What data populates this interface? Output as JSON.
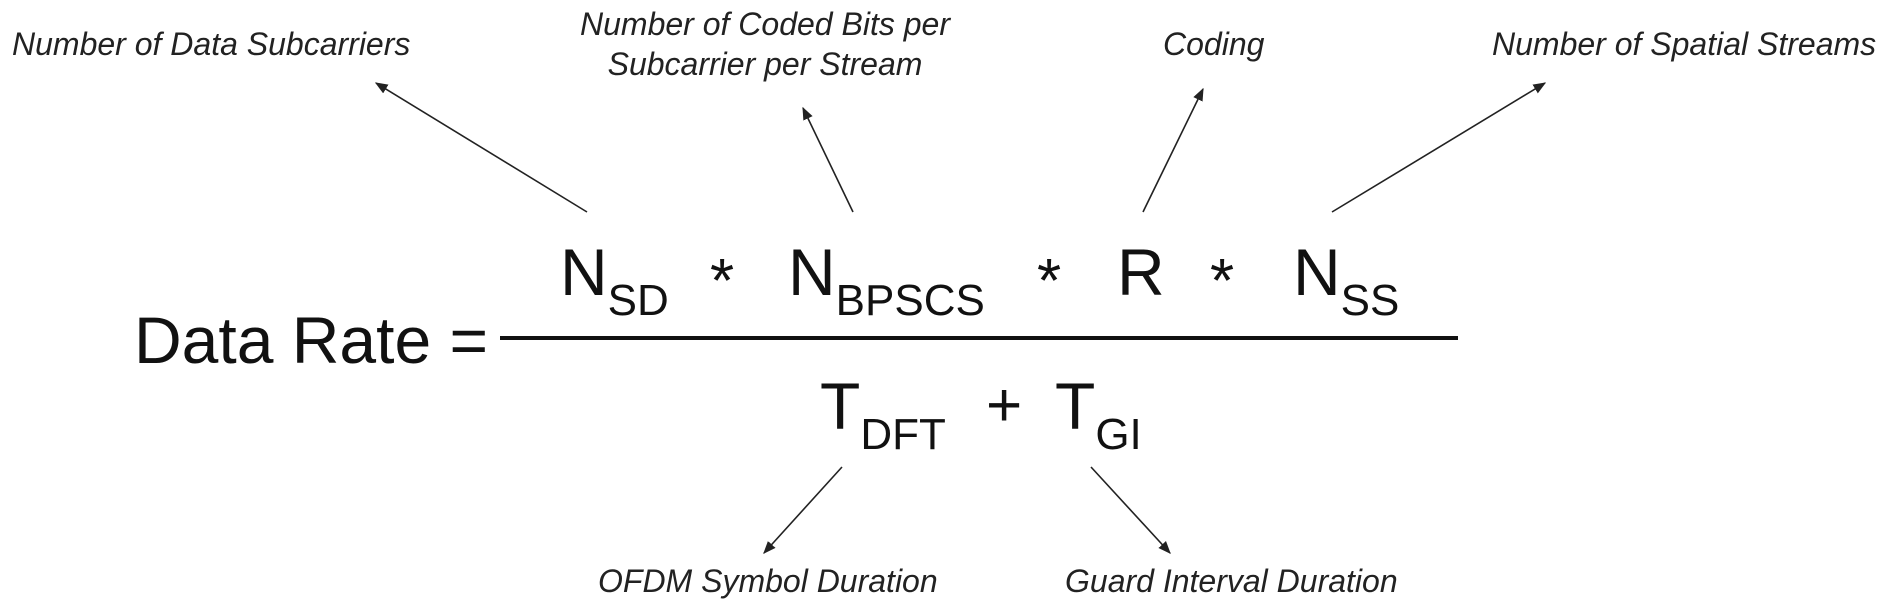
{
  "formula": {
    "lhs": "Data Rate =",
    "numerator": {
      "nsd": {
        "base": "N",
        "sub": "SD"
      },
      "op1": "*",
      "nbpscs": {
        "base": "N",
        "sub": "BPSCS"
      },
      "op2": "*",
      "r": {
        "base": "R"
      },
      "op3": "*",
      "nss": {
        "base": "N",
        "sub": "SS"
      }
    },
    "denominator": {
      "tdft": {
        "base": "T",
        "sub": "DFT"
      },
      "op": "+",
      "tgi": {
        "base": "T",
        "sub": "GI"
      }
    }
  },
  "annotations": {
    "data_subcarriers": "Number of Data Subcarriers",
    "coded_bits": {
      "line1": "Number of Coded Bits per",
      "line2": "Subcarrier per Stream"
    },
    "coding": "Coding",
    "spatial_streams": "Number of Spatial Streams",
    "ofdm_symbol": "OFDM Symbol Duration",
    "guard_interval": "Guard Interval Duration"
  }
}
